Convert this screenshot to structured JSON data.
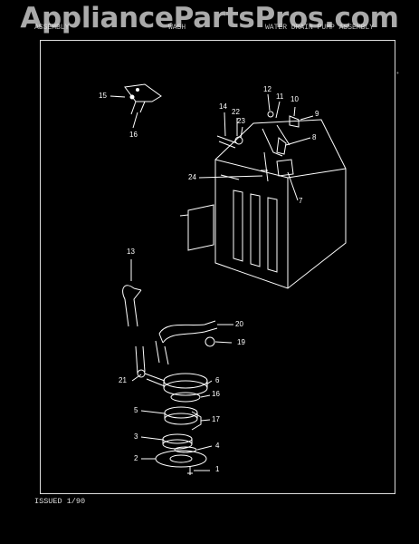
{
  "watermark": "AppliancePartsPros.com",
  "header": {
    "left": "ASSEMBLY",
    "middle": "WASH",
    "right": "WATER DRAIN PUMP ASSEMBLY"
  },
  "callouts": [
    "15",
    "16",
    "12",
    "11",
    "10",
    "14",
    "22",
    "23",
    "9",
    "8",
    "24",
    "7",
    "13",
    "20",
    "19",
    "21",
    "6",
    "16",
    "5",
    "17",
    "3",
    "4",
    "2",
    "1"
  ],
  "footer": "ISSUED 1/90"
}
